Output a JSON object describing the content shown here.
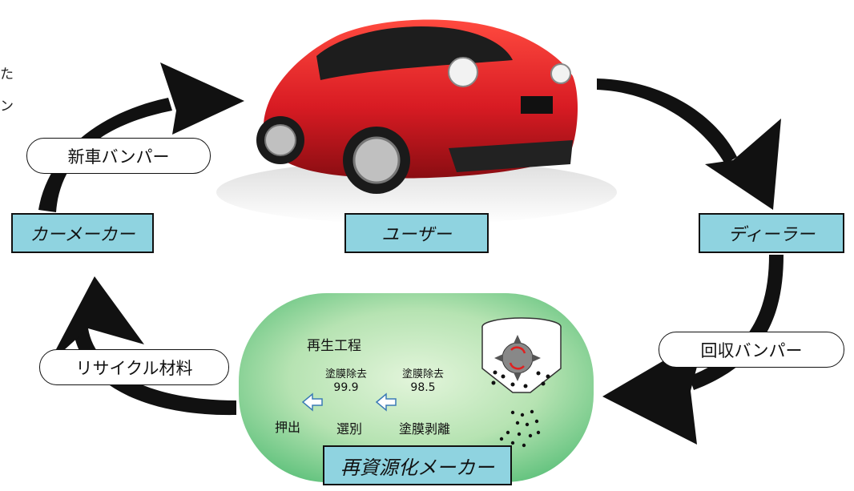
{
  "cut_text": [
    "た",
    "ン"
  ],
  "nodes": {
    "car_maker": "カーメーカー",
    "user": "ユーザー",
    "dealer": "ディーラー",
    "recycler": "再資源化メーカー"
  },
  "flows": {
    "new_bumper": "新車バンパー",
    "recovered_bumper": "回収バンパー",
    "recycled_material": "リサイクル材料"
  },
  "process": {
    "title": "再生工程",
    "steps": [
      "押出",
      "選別",
      "塗膜剥離"
    ],
    "removal_label": "塗膜除去",
    "removal_rate_select": "99.9",
    "removal_rate_peel": "98.5"
  },
  "colors": {
    "label_fill": "#8fd3e0",
    "recycler_green_center": "#dff3d6",
    "recycler_green_edge": "#5cc07a",
    "arrow": "#111111",
    "car_red": "#d81b23"
  }
}
